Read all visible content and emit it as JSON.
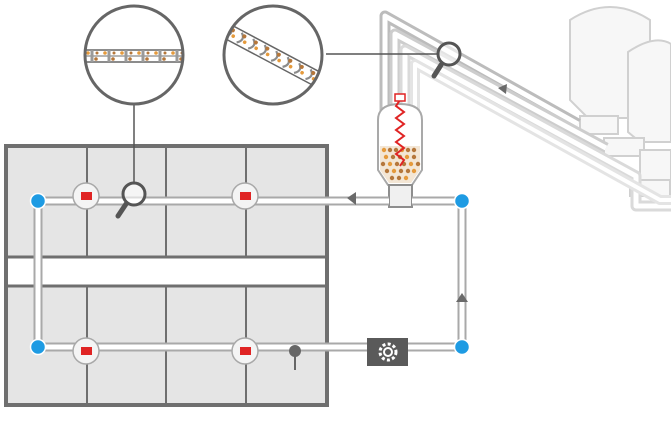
{
  "diagram": {
    "colors": {
      "building_wall": "#6f6f6f",
      "building_fill": "#e5e5e5",
      "pipe_stroke": "#a9a9a9",
      "pipe_fill": "#ffffff",
      "node_blue": "#1e9be3",
      "feeder_red": "#e02424",
      "icon_dark": "#555555",
      "pellet_brown": "#b5773b",
      "pellet_orange": "#e59a3c",
      "faded_silo": "#d2d2d2"
    },
    "icons": {
      "magnifier": "magnifier-icon",
      "conveyor_drive": "gear-icon",
      "flow_direction": "arrow-icon",
      "junction": "corner-node",
      "feeder": "feeder-unit",
      "sensor": "sensor-probe"
    }
  }
}
